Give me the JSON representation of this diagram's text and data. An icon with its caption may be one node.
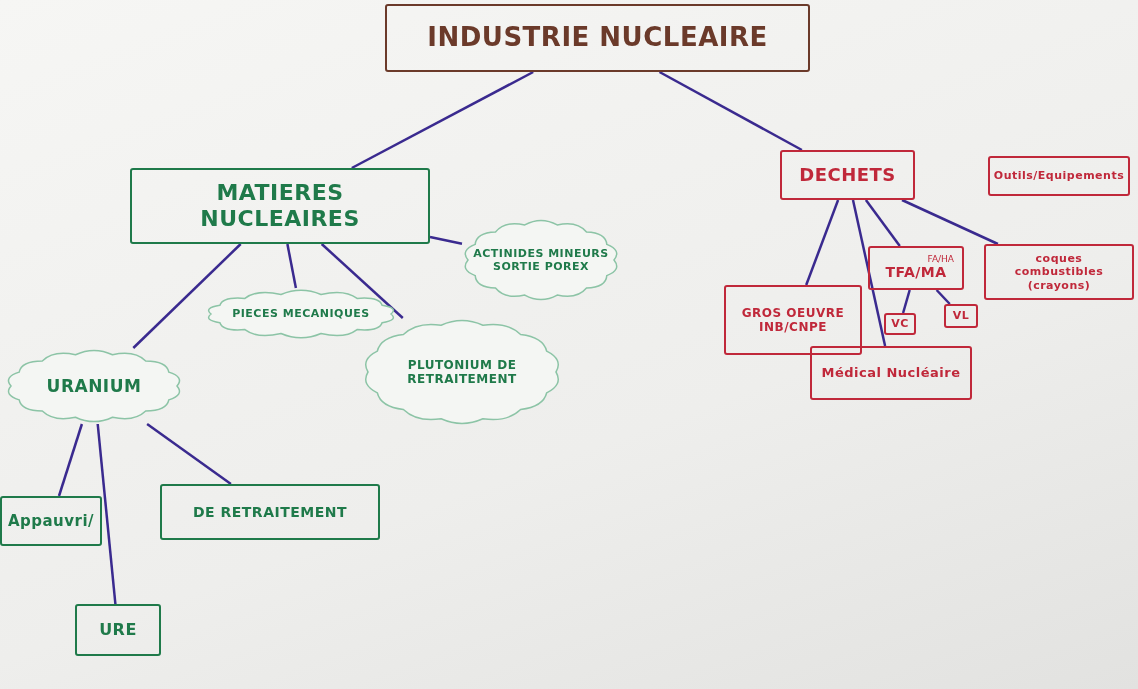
{
  "diagram": {
    "nodes": [
      {
        "text": [
          "INDUSTRIE NUCLEAIRE"
        ]
      },
      {
        "text": [
          "MATIERES NUCLEAIRES"
        ]
      },
      {
        "text": [
          "DECHETS"
        ]
      },
      {
        "text": [
          "Outils/Equipements"
        ]
      },
      {
        "text": [
          "ACTINIDES MINEURS SORTIE POREX"
        ]
      },
      {
        "text": [
          "PIECES MECANIQUES"
        ]
      },
      {
        "text": [
          "URANIUM"
        ]
      },
      {
        "text": [
          "PLUTONIUM DE RETRAITEMENT"
        ]
      },
      {
        "text": [
          "GROS OEUVRE INB/CNPE"
        ]
      },
      {
        "text": [
          "FA/HA",
          "TFA/MA"
        ]
      },
      {
        "text": [
          "coques combustibles (crayons)"
        ]
      },
      {
        "text": [
          "VC"
        ]
      },
      {
        "text": [
          "VL"
        ]
      },
      {
        "text": [
          "Médical Nucléaire"
        ]
      },
      {
        "text": [
          "Appauvri/"
        ]
      },
      {
        "text": [
          "DE RETRAITEMENT"
        ]
      },
      {
        "text": [
          "URE"
        ]
      }
    ],
    "edges": [
      {
        "from": 0,
        "to": 1,
        "arrow": "none"
      },
      {
        "from": 0,
        "to": 2,
        "arrow": "none"
      },
      {
        "from": 1,
        "to": 6,
        "arrow": "none"
      },
      {
        "from": 1,
        "to": 5,
        "arrow": "none"
      },
      {
        "from": 1,
        "to": 7,
        "arrow": "none"
      },
      {
        "from": 1,
        "to": 4,
        "arrow": "none"
      },
      {
        "from": 2,
        "to": 8,
        "arrow": "none"
      },
      {
        "from": 2,
        "to": 13,
        "arrow": "none"
      },
      {
        "from": 2,
        "to": 9,
        "arrow": "none"
      },
      {
        "from": 2,
        "to": 10,
        "arrow": "none"
      },
      {
        "from": 9,
        "to": 11,
        "arrow": "none"
      },
      {
        "from": 9,
        "to": 12,
        "arrow": "none"
      },
      {
        "from": 6,
        "to": 14,
        "arrow": "none"
      },
      {
        "from": 6,
        "to": 16,
        "arrow": "none"
      },
      {
        "from": 6,
        "to": 15,
        "arrow": "none"
      }
    ]
  }
}
